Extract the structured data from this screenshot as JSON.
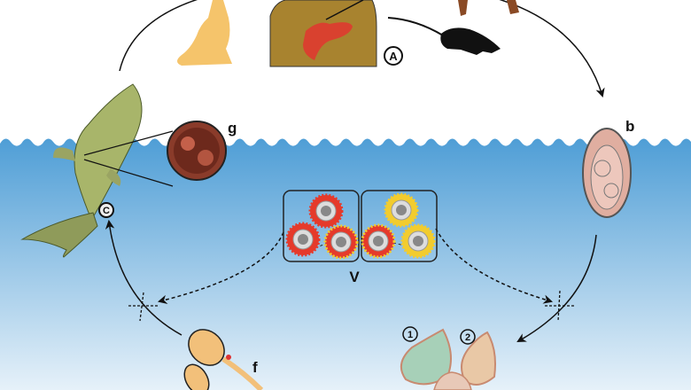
{
  "labels": {
    "definitive_host": "A",
    "egg": "b",
    "fish_host": "C",
    "metacercaria": "g",
    "virus_box": "V",
    "cercaria": "f",
    "snail_1": "1",
    "snail_2": "2"
  },
  "colors": {
    "water_top": "#4f9ed6",
    "water_bottom": "#e6f1f9",
    "cat": "#f5c46b",
    "host_body": "#a8832f",
    "liver": "#d9412f",
    "rat": "#111111",
    "virus_red": "#e53a2b",
    "virus_yellow": "#f2cc2e"
  }
}
